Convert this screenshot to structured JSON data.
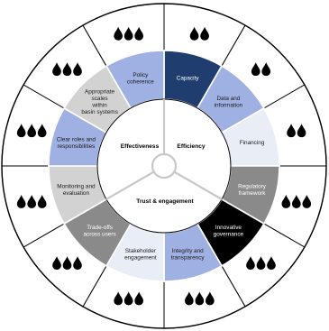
{
  "colors": {
    "outline": "#000000",
    "drop": "#000000",
    "inner_white": "#ffffff",
    "outer_ring": "#ffffff"
  },
  "center": {
    "labels": [
      "Effectiveness",
      "Efficiency",
      "Trust & engagement"
    ]
  },
  "segments": [
    {
      "label": [
        "Capacity"
      ],
      "fill": "#1f3d6e",
      "text": "#ffffff",
      "drops": 2
    },
    {
      "label": [
        "Data and",
        "information"
      ],
      "fill": "#9fb0e2",
      "text": "#1a1a1a",
      "drops": 2
    },
    {
      "label": [
        "Financing"
      ],
      "fill": "#e8edf6",
      "text": "#1a1a1a",
      "drops": 2
    },
    {
      "label": [
        "Regulatory",
        "framework"
      ],
      "fill": "#8a8a8a",
      "text": "#ffffff",
      "drops": 3
    },
    {
      "label": [
        "Innovative",
        "governance"
      ],
      "fill": "#000000",
      "text": "#ffffff",
      "drops": 3
    },
    {
      "label": [
        "Integrity and",
        "transparency"
      ],
      "fill": "#9fb0e2",
      "text": "#1a1a1a",
      "drops": 3
    },
    {
      "label": [
        "Stakeholder",
        "engagement"
      ],
      "fill": "#e8edf6",
      "text": "#1a1a1a",
      "drops": 3
    },
    {
      "label": [
        "Trade-offs",
        "across users"
      ],
      "fill": "#8a8a8a",
      "text": "#ffffff",
      "drops": 3
    },
    {
      "label": [
        "Monitoring and",
        "evaluation"
      ],
      "fill": "#d2d2d2",
      "text": "#1a1a1a",
      "drops": 3
    },
    {
      "label": [
        "Clear roles and",
        "responsibilities"
      ],
      "fill": "#9fb0e2",
      "text": "#1a1a1a",
      "drops": 3
    },
    {
      "label": [
        "Appropriate",
        "scales",
        "within",
        "basin systems"
      ],
      "fill": "#d2d2d2",
      "text": "#1a1a1a",
      "drops": 3
    },
    {
      "label": [
        "Policy",
        "coherence"
      ],
      "fill": "#9fb0e2",
      "text": "#1a1a1a",
      "drops": 3
    }
  ]
}
